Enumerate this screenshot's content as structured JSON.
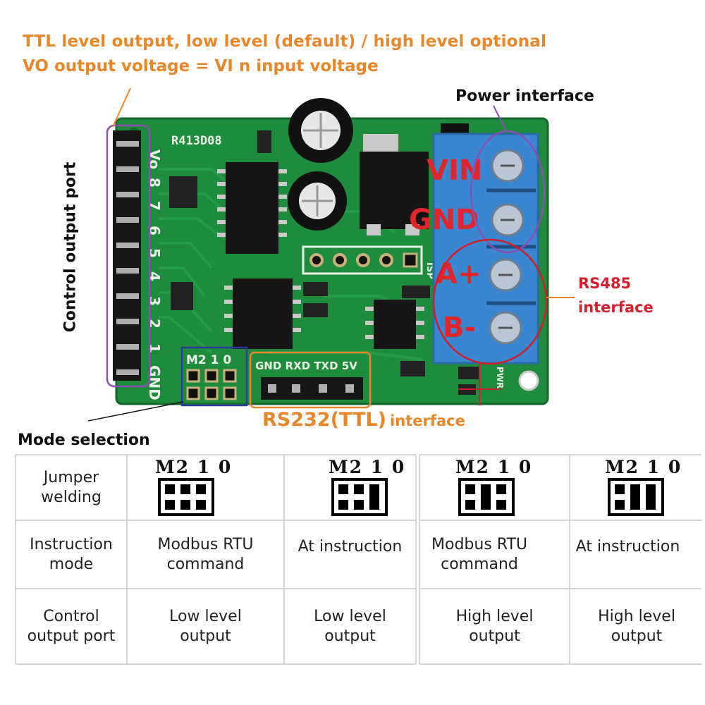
{
  "notes": {
    "line1": "TTL level output, low level (default) / high level optional",
    "line2": "VO output voltage = VI n input voltage"
  },
  "labels": {
    "power_interface": "Power interface",
    "rs485_line1": "RS485",
    "rs485_line2": "interface",
    "control_output_port": "Control output port",
    "rs232_big": "RS232(TTL)",
    "rs232_small": "interface",
    "mode_selection": "Mode selection"
  },
  "board": {
    "model": "R413D08",
    "pin_labels": [
      "Vo",
      "8",
      "7",
      "6",
      "5",
      "4",
      "3",
      "2",
      "1",
      "GND"
    ],
    "mode_header_label": "M2 1 0",
    "serial_header_label": "GND RXD TXD 5V",
    "terminal_labels": {
      "vin": "VIN",
      "gnd": "GND",
      "a": "A+",
      "b": "B-"
    },
    "isp_label": "ISP",
    "pwr_label": "PWR",
    "colors": {
      "pcb": "#1e8a3c",
      "terminal": "#3a86d0",
      "purple_circle": "#8a4fb0",
      "red_circle": "#d01f2a",
      "blue_box": "#2a3a9a",
      "orange_box": "#e8872a"
    }
  },
  "table": {
    "row_headers": [
      "Jumper\nwelding",
      "Instruction\nmode",
      "Control\noutput port"
    ],
    "jumper_label": "M2 1 0",
    "columns": [
      {
        "instruction": "Modbus RTU\ncommand",
        "output": "Low level\noutput",
        "jumpers": [
          false,
          false,
          false
        ]
      },
      {
        "instruction": "At instruction",
        "output": "Low level\noutput",
        "jumpers": [
          false,
          false,
          true
        ]
      },
      {
        "instruction": "Modbus RTU\ncommand",
        "output": "High level\noutput",
        "jumpers": [
          false,
          true,
          false
        ]
      },
      {
        "instruction": "At instruction",
        "output": "High level\noutput",
        "jumpers": [
          false,
          true,
          true
        ]
      }
    ]
  }
}
